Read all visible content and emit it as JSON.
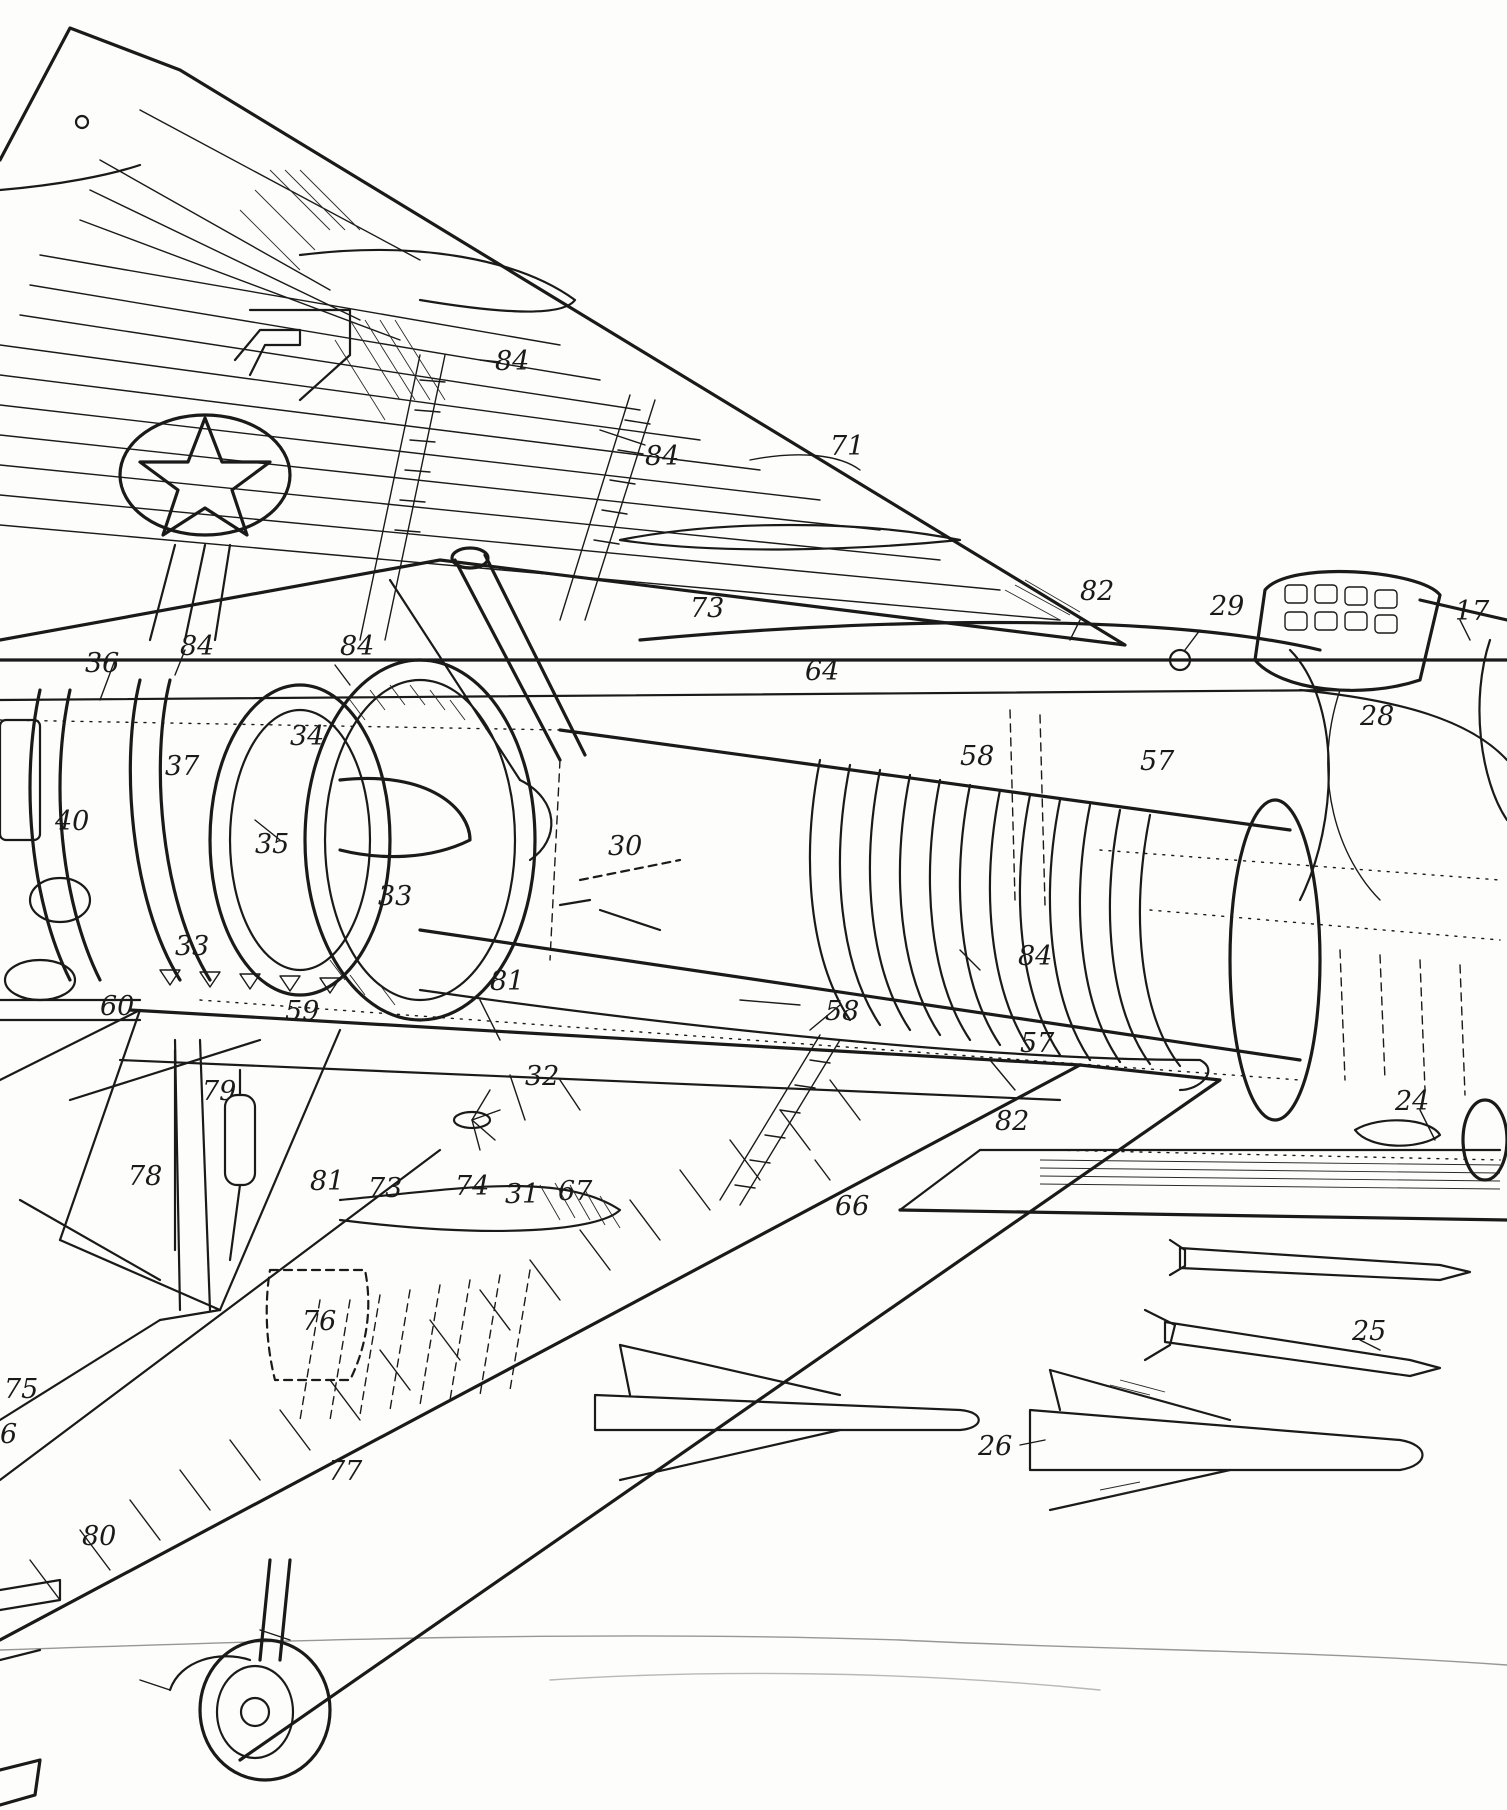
{
  "colors": {
    "paper": "#fdfdfb",
    "ink": "#1a1a1a"
  },
  "callouts": [
    {
      "id": "c-84a",
      "text": "84"
    },
    {
      "id": "c-84b",
      "text": "84"
    },
    {
      "id": "c-84c",
      "text": "84"
    },
    {
      "id": "c-84d",
      "text": "84"
    },
    {
      "id": "c-84e",
      "text": "84"
    },
    {
      "id": "c-71",
      "text": "71"
    },
    {
      "id": "c-73a",
      "text": "73"
    },
    {
      "id": "c-82a",
      "text": "82"
    },
    {
      "id": "c-29",
      "text": "29"
    },
    {
      "id": "c-17",
      "text": "17"
    },
    {
      "id": "c-28",
      "text": "28"
    },
    {
      "id": "c-64",
      "text": "64"
    },
    {
      "id": "c-36",
      "text": "36"
    },
    {
      "id": "c-58a",
      "text": "58"
    },
    {
      "id": "c-57a",
      "text": "57"
    },
    {
      "id": "c-37",
      "text": "37"
    },
    {
      "id": "c-34",
      "text": "34"
    },
    {
      "id": "c-40",
      "text": "40"
    },
    {
      "id": "c-35",
      "text": "35"
    },
    {
      "id": "c-30",
      "text": "30"
    },
    {
      "id": "c-33a",
      "text": "33"
    },
    {
      "id": "c-33b",
      "text": "33"
    },
    {
      "id": "c-81a",
      "text": "81"
    },
    {
      "id": "c-60",
      "text": "60"
    },
    {
      "id": "c-59",
      "text": "59"
    },
    {
      "id": "c-58b",
      "text": "58"
    },
    {
      "id": "c-57b",
      "text": "57"
    },
    {
      "id": "c-32",
      "text": "32"
    },
    {
      "id": "c-82b",
      "text": "82"
    },
    {
      "id": "c-24",
      "text": "24"
    },
    {
      "id": "c-79",
      "text": "79"
    },
    {
      "id": "c-78",
      "text": "78"
    },
    {
      "id": "c-81b",
      "text": "81"
    },
    {
      "id": "c-73b",
      "text": "73"
    },
    {
      "id": "c-74",
      "text": "74"
    },
    {
      "id": "c-31",
      "text": "31"
    },
    {
      "id": "c-67",
      "text": "67"
    },
    {
      "id": "c-66",
      "text": "66"
    },
    {
      "id": "c-76",
      "text": "76"
    },
    {
      "id": "c-25",
      "text": "25"
    },
    {
      "id": "c-26",
      "text": "26"
    },
    {
      "id": "c-75",
      "text": "75"
    },
    {
      "id": "c-6",
      "text": "6"
    },
    {
      "id": "c-77",
      "text": "77"
    },
    {
      "id": "c-80",
      "text": "80"
    }
  ]
}
